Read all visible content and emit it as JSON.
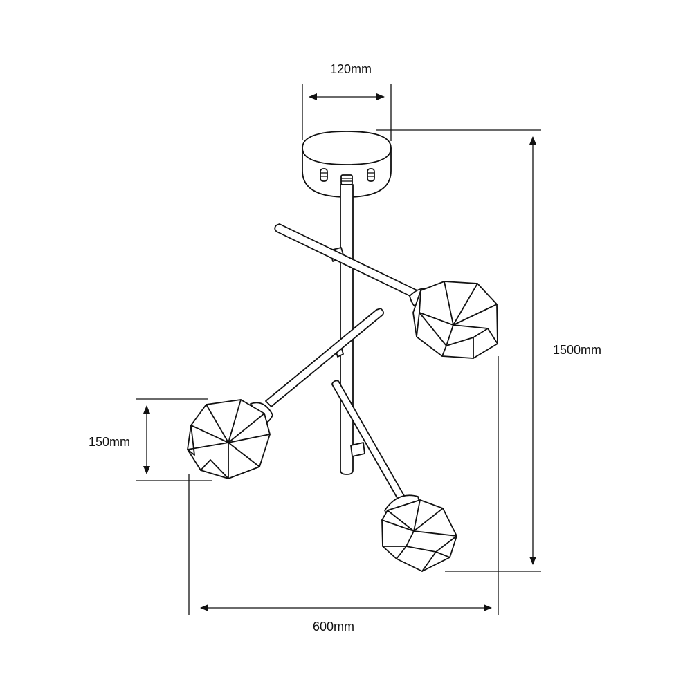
{
  "dimensions": {
    "canopy_width": "120mm",
    "total_height": "1500mm",
    "shade_height": "150mm",
    "total_width": "600mm"
  }
}
